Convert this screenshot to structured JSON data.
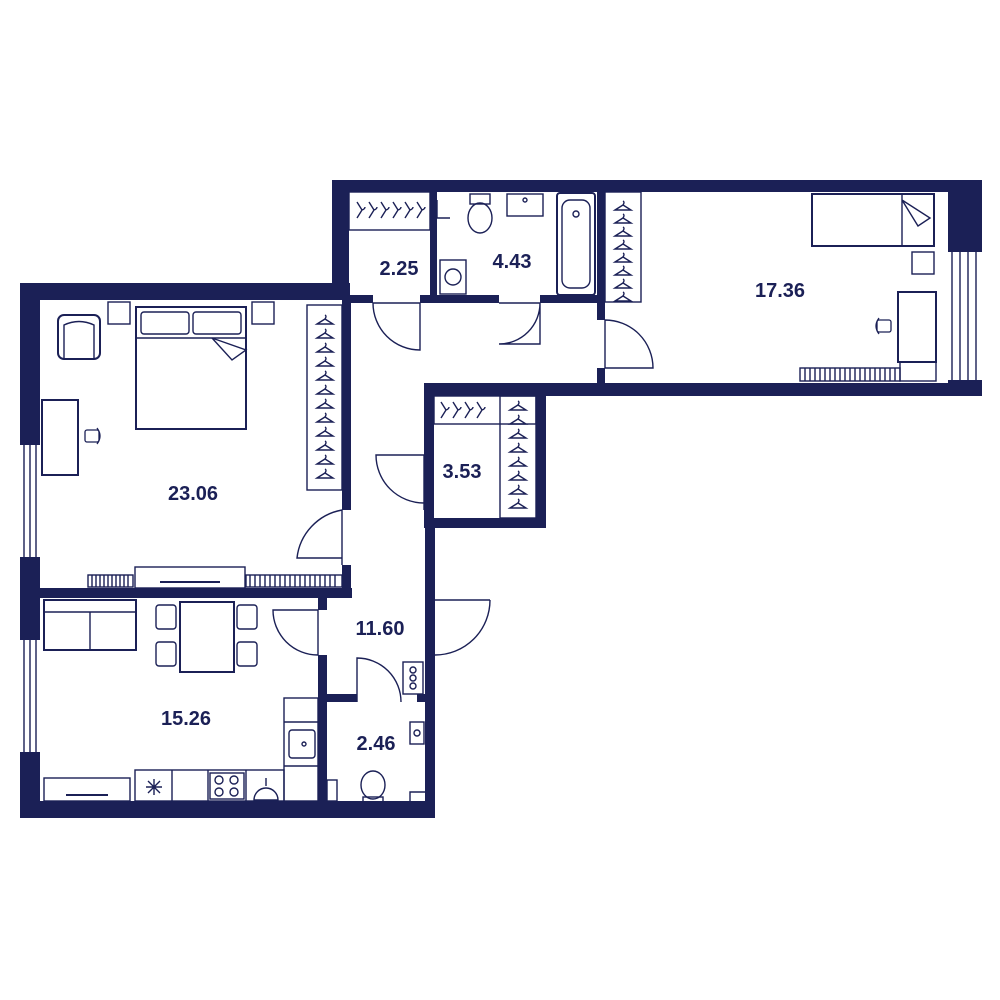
{
  "plan": {
    "colors": {
      "wall": "#1b2056",
      "background": "#ffffff"
    },
    "rooms": [
      {
        "id": "bedroom-large",
        "area": "23.06",
        "icon": "double-bed-icon"
      },
      {
        "id": "kitchen-living",
        "area": "15.26",
        "icon": "stove-icon"
      },
      {
        "id": "hallway",
        "area": "11.60",
        "icon": "door-swing-icon"
      },
      {
        "id": "closet-small",
        "area": "2.25",
        "icon": "hanger-icon"
      },
      {
        "id": "bathroom",
        "area": "4.43",
        "icon": "bathtub-icon"
      },
      {
        "id": "bedroom-small",
        "area": "17.36",
        "icon": "single-bed-icon"
      },
      {
        "id": "wardrobe",
        "area": "3.53",
        "icon": "hanger-icon"
      },
      {
        "id": "toilet",
        "area": "2.46",
        "icon": "toilet-icon"
      }
    ]
  }
}
